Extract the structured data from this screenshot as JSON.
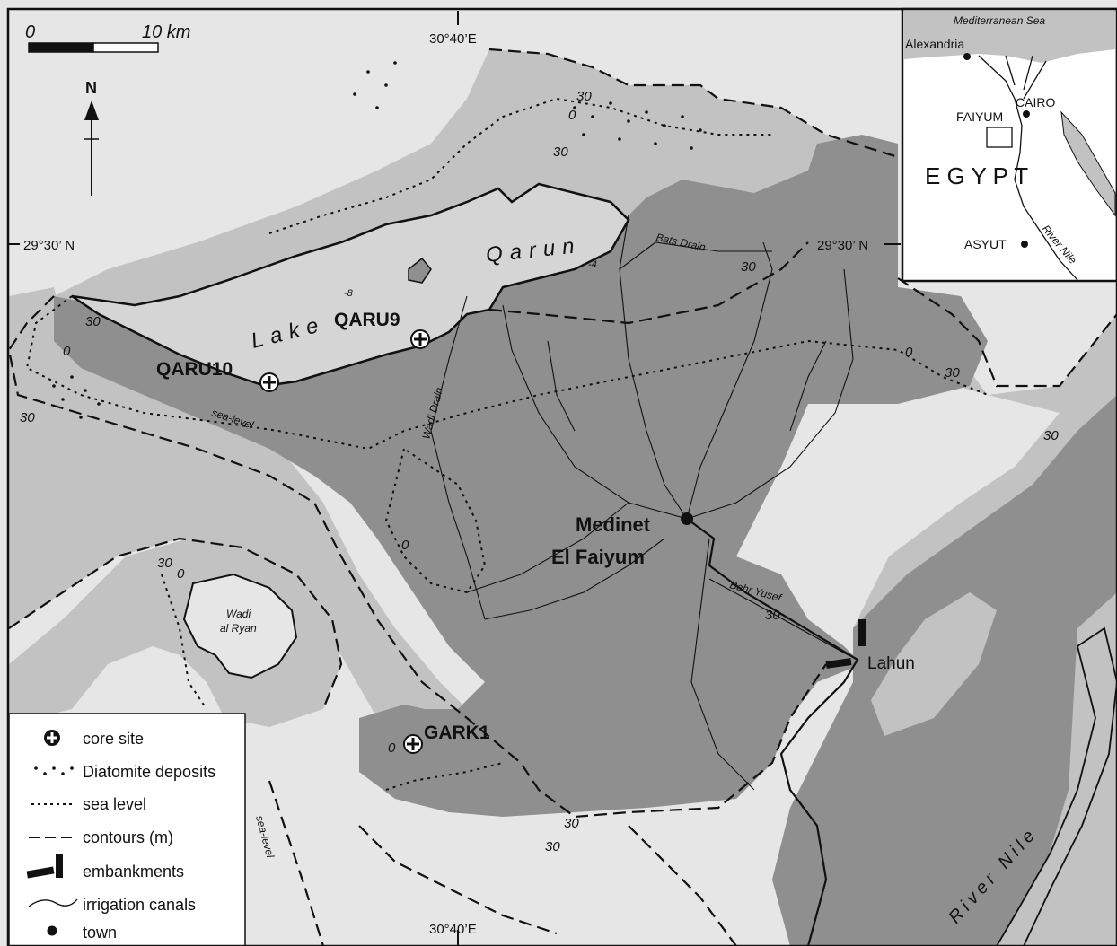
{
  "scale": {
    "start": "0",
    "end": "10 km"
  },
  "north": "N",
  "coords": {
    "lon_top": "30°40’E",
    "lon_bottom": "30°40’E",
    "lat_left": "29°30’ N",
    "lat_right": "29°30’ N"
  },
  "places": {
    "lake_word1": "Lake",
    "lake_word2": "Qarun",
    "medinet_line1": "Medinet",
    "medinet_line2": "El Faiyum",
    "lahun": "Lahun",
    "wadi_ryan_line1": "Wadi",
    "wadi_ryan_line2": "al Ryan",
    "river_nile": "River Nile"
  },
  "sites": [
    {
      "id": "QARU9"
    },
    {
      "id": "QARU10"
    },
    {
      "id": "GARK1"
    }
  ],
  "features": {
    "bats_drain": "Bats Drain",
    "wadi_drain": "Wadi Drain",
    "bahr_yusef": "Bahr Yusef",
    "sea_level_1": "sea-level",
    "sea_level_2": "sea-level"
  },
  "contour_labels": [
    "30",
    "0",
    "30",
    "30",
    "0",
    "30",
    "30",
    "30",
    "0",
    "30",
    "0",
    "30",
    "30",
    "30",
    "0",
    "30",
    "-8",
    "-4",
    "0"
  ],
  "inset": {
    "sea": "Mediterranean Sea",
    "alexandria": "Alexandria",
    "cairo": "CAIRO",
    "faiyum": "FAIYUM",
    "egypt": "E G Y P T",
    "asyut": "ASYUT",
    "river_nile": "River Nile"
  },
  "legend": [
    {
      "symbol": "core-site",
      "label": "core site"
    },
    {
      "symbol": "diatomite",
      "label": "Diatomite deposits"
    },
    {
      "symbol": "sea-level-line",
      "label": "sea level"
    },
    {
      "symbol": "contour-line",
      "label": "contours (m)"
    },
    {
      "symbol": "embankment",
      "label": "embankments"
    },
    {
      "symbol": "canal",
      "label": "irrigation canals"
    },
    {
      "symbol": "town-dot",
      "label": "town"
    }
  ],
  "colors": {
    "background": "#e6e6e6",
    "light_gray": "#c2c2c2",
    "dark_gray": "#8f8f8f",
    "lake": "#d5d5d5",
    "border": "#111111"
  }
}
